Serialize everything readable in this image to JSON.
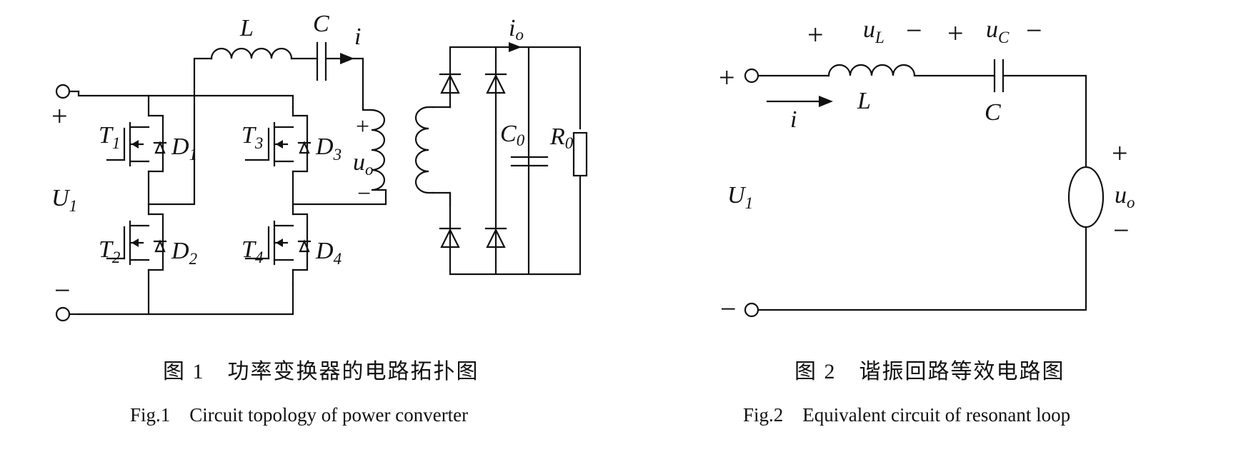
{
  "figure1": {
    "caption_cn": "图 1　功率变换器的电路拓扑图",
    "caption_en": "Fig.1　Circuit topology of power converter",
    "labels": {
      "plus": "+",
      "minus": "−",
      "U": "U",
      "U_sub": "1",
      "L": "L",
      "C": "C",
      "i": "i",
      "i_o": "i",
      "i_o_sub": "o",
      "u_o": "u",
      "u_o_sub": "o",
      "u_plus": "+",
      "u_minus": "−",
      "C0": "C",
      "C0_sub": "0",
      "R0": "R",
      "R0_sub": "0",
      "T1": "T",
      "T1_sub": "1",
      "D1": "D",
      "D1_sub": "1",
      "T2": "T",
      "T2_sub": "2",
      "D2": "D",
      "D2_sub": "2",
      "T3": "T",
      "T3_sub": "3",
      "D3": "D",
      "D3_sub": "3",
      "T4": "T",
      "T4_sub": "4",
      "D4": "D",
      "D4_sub": "4"
    }
  },
  "figure2": {
    "caption_cn": "图 2　谐振回路等效电路图",
    "caption_en": "Fig.2　Equivalent circuit of resonant loop",
    "labels": {
      "plus_in": "+",
      "minus_in": "−",
      "U": "U",
      "U_sub": "1",
      "i": "i",
      "uL_plus": "+",
      "uL": "u",
      "uL_sub": "L",
      "uL_minus": "−",
      "uC_plus": "+",
      "uC": "u",
      "uC_sub": "C",
      "uC_minus": "−",
      "L": "L",
      "C": "C",
      "uo_plus": "+",
      "uo": "u",
      "uo_sub": "o",
      "uo_minus": "−"
    }
  }
}
